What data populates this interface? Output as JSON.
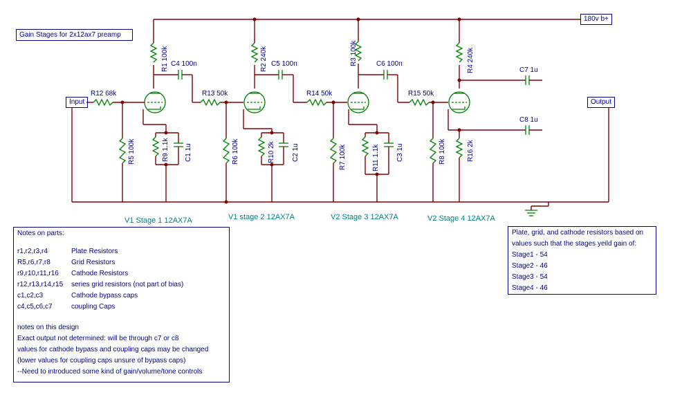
{
  "title": "Gain Stages for 2x12ax7 preamp",
  "supply_label": "180v b+",
  "input_label": "Input",
  "output_label": "Output",
  "components": {
    "R1": "R1 100k",
    "R2": "R2 240k",
    "R3": "R3 100k",
    "R4": "R4 240k",
    "R5": "R5 100k",
    "R6": "R6 100k",
    "R7": "R7 100k",
    "R8": "R8 100k",
    "R9": "R9 1.1k",
    "R10": "R10 2k",
    "R11": "R11 1.1k",
    "R16": "R16 2k",
    "R12": "R12 68k",
    "R13": "R13 50k",
    "R14": "R14 50k",
    "R15": "R15 50k",
    "C1": "C1 1u",
    "C2": "C2 1u",
    "C3": "C3 1u",
    "C4": "C4 100n",
    "C5": "C5 100n",
    "C6": "C6 100n",
    "C7": "C7 1u",
    "C8": "C8 1u"
  },
  "stages": [
    "V1 Stage 1 12AX7A",
    "V1 stage 2 12AX7A",
    "V2 Stage 3 12AX7A",
    "V2 Stage 4 12AX7A"
  ],
  "notes_parts": {
    "heading": "Notes on parts:",
    "rows": [
      {
        "k": "r1,r2,r3,r4",
        "v": "Plate Resistors"
      },
      {
        "k": "R5,r6,r7,r8",
        "v": "Grid Resistors"
      },
      {
        "k": "r9,r10,r11,r16",
        "v": "Cathode Resistors"
      },
      {
        "k": "r12,r13,r14,r15",
        "v": "series grid resistors (not part of bias)"
      },
      {
        "k": "c1,c2,c3",
        "v": "Cathode bypass caps"
      },
      {
        "k": "c4,c5,c6,c7",
        "v": "coupling Caps"
      }
    ],
    "design_heading": "notes on this design",
    "design_lines": [
      "Exact output not determined: will be through c7 or c8",
      "values for cathode bypass and coupling caps may be changed",
      "(lower values for coupling caps unsure of bypass caps)",
      "--Need to introduced some kind of gain/volume/tone controls"
    ]
  },
  "notes_gain": {
    "lines": [
      "Plate, grid, and cathode resistors based on",
      "values such that the stages yeild gain of:",
      "Stage1 - 54",
      "Stage2 - 46",
      "Stage3 - 54",
      "Stage4 - 46"
    ]
  }
}
